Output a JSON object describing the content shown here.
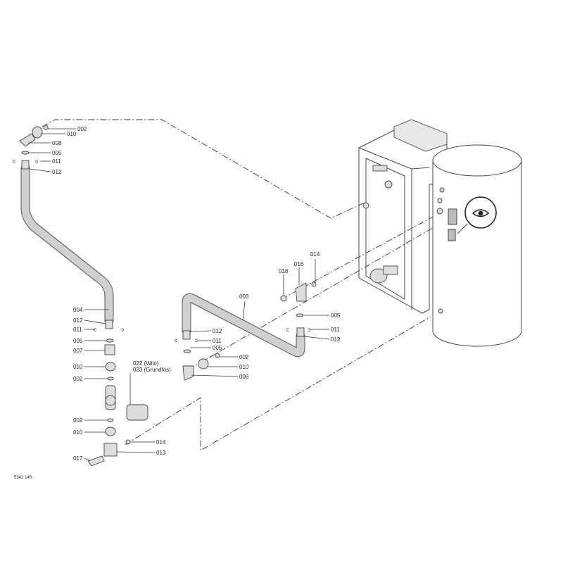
{
  "drawing_number": "5342 146",
  "labels": {
    "l002a": "002",
    "l010a": "010",
    "l008": "008",
    "l005a": "005",
    "l011a": "011",
    "l012a": "012",
    "l004": "004",
    "l012b": "012",
    "l011b": "011",
    "l005b": "005",
    "l007": "007",
    "l010b": "010",
    "l002b": "002",
    "l022": "022 (Wilo)",
    "l023": "023 (Grundfos)",
    "l002c": "002",
    "l010c": "010",
    "l014a": "014",
    "l013": "013",
    "l017": "017",
    "l003": "003",
    "l012c": "012",
    "l011c": "011",
    "l005c": "005",
    "l002d": "002",
    "l010d": "010",
    "l006": "006",
    "l018": "018",
    "l016": "016",
    "l014b": "014",
    "l005d": "005",
    "l011d": "011",
    "l012d": "012"
  },
  "icons": {
    "callout": "eye-icon"
  }
}
